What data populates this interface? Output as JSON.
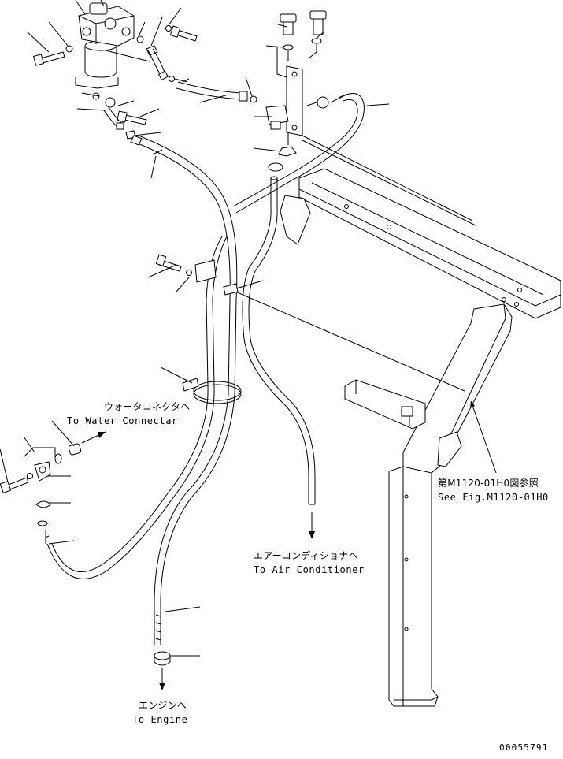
{
  "labels": {
    "water_connector_jp": "ウォータコネクタへ",
    "water_connector_en": "To Water Connectar",
    "air_conditioner_jp": "エアーコンディショナヘ",
    "air_conditioner_en": "To Air Conditioner",
    "engine_jp": "エンジンへ",
    "engine_en": "To Engine",
    "see_fig_jp": "第M1120-01H0図参照",
    "see_fig_en": "See Fig.M1120-01H0",
    "drawing_number": "00055791"
  }
}
